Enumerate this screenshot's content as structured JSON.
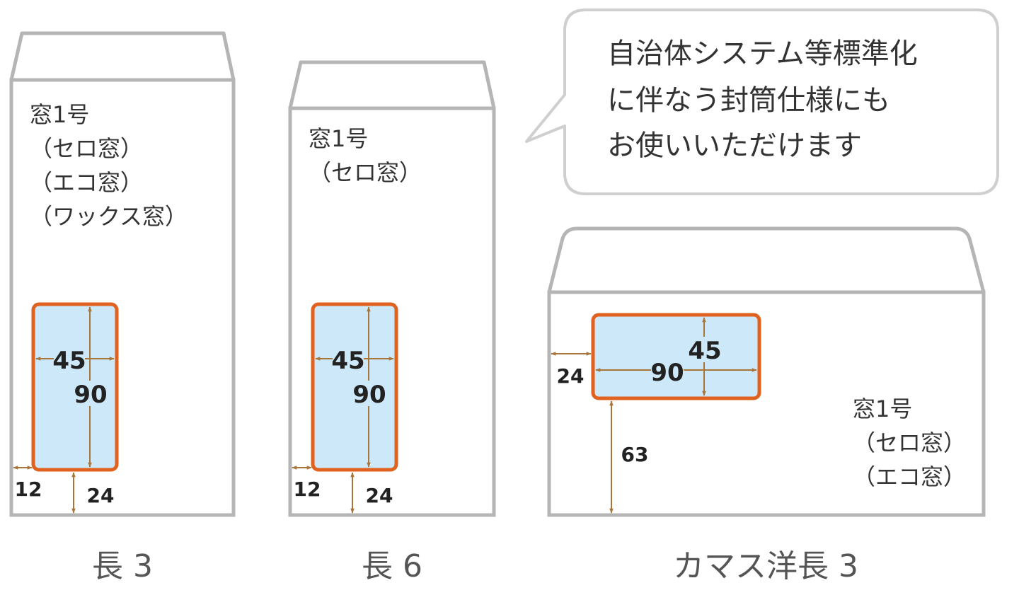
{
  "colors": {
    "outline": "#b5b5b5",
    "window_border": "#e0621e",
    "window_fill": "#cde8f8",
    "arrow": "#a8753a",
    "text": "#333333",
    "caption": "#555555"
  },
  "callout": {
    "line1": "自治体システム等標準化",
    "line2": "に伴なう封筒仕様にも",
    "line3": "お使いいただけます"
  },
  "envelopes": [
    {
      "caption": "長 3",
      "window_type": "窓1号",
      "variants": [
        "（セロ窓）",
        "（エコ窓）",
        "（ワックス窓）"
      ],
      "dims": {
        "width": "45",
        "height": "90",
        "left": "12",
        "bottom": "24"
      }
    },
    {
      "caption": "長 6",
      "window_type": "窓1号",
      "variants": [
        "（セロ窓）"
      ],
      "dims": {
        "width": "45",
        "height": "90",
        "left": "12",
        "bottom": "24"
      }
    },
    {
      "caption": "カマス洋長 3",
      "window_type": "窓1号",
      "variants": [
        "（セロ窓）",
        "（エコ窓）"
      ],
      "dims": {
        "width": "90",
        "height": "45",
        "left": "24",
        "bottom": "63"
      }
    }
  ]
}
